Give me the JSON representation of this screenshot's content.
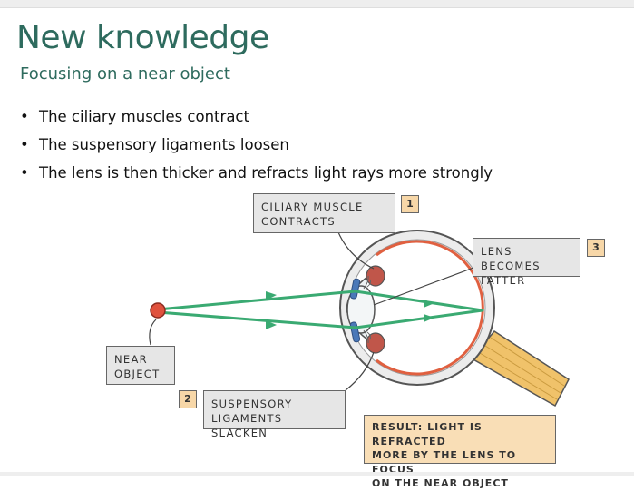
{
  "slide": {
    "title": "New knowledge",
    "subtitle": "Focusing on a near object",
    "bullets": [
      "The ciliary muscles contract",
      "The suspensory ligaments loosen",
      "The lens is then thicker and refracts light rays more strongly"
    ]
  },
  "diagram": {
    "label_ciliary": "CILIARY MUSCLE\nCONTRACTS",
    "label_lens": "LENS BECOMES\nFATTER",
    "label_near_object": "NEAR\nOBJECT",
    "label_suspensory": "SUSPENSORY\nLIGAMENTS SLACKEN",
    "result": "RESULT: LIGHT IS REFRACTED\nMORE BY THE LENS TO FOCUS\nON THE NEAR OBJECT",
    "num_1": "1",
    "num_2": "2",
    "num_3": "3"
  },
  "colors": {
    "title": "#2e6b5e",
    "ray": "#3aaa72",
    "object": "#e0513d",
    "retina": "#e06040",
    "muscle": "#c0564a",
    "nerve": "#f0c26a",
    "label_box": "#e6e6e6",
    "number_badge": "#f7d7a8"
  }
}
